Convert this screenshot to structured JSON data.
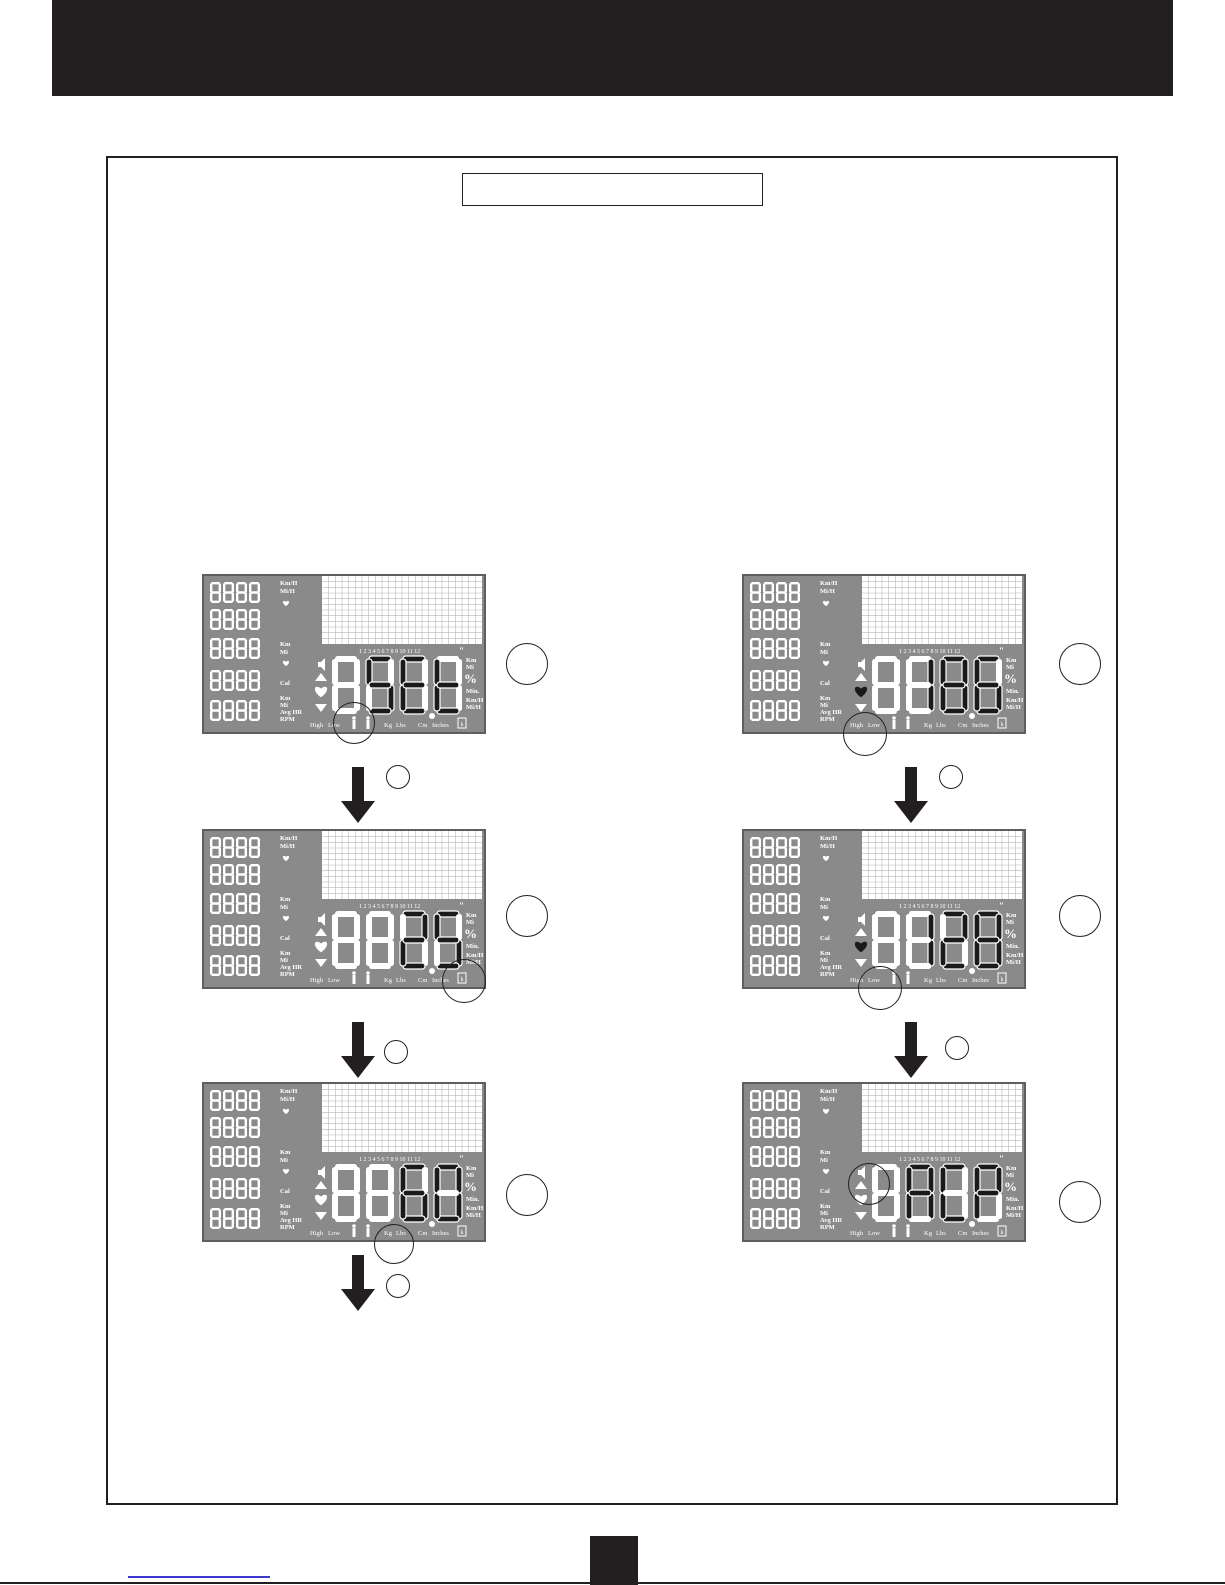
{
  "page": {
    "title": "",
    "page_number": "",
    "footer_link": ""
  },
  "colors": {
    "lcd_background": "#8a8a8a",
    "lcd_segment_off": "#ffffff",
    "lcd_segment_on": "#1a1a1a",
    "ink": "#231f20"
  },
  "lcd_labels": {
    "speed_units": [
      "Km/H",
      "Mi/H"
    ],
    "distance_units": [
      "Km",
      "Mi"
    ],
    "calories": "Cal",
    "avg_units": [
      "Km",
      "Mi",
      "Avg HR",
      "RPM"
    ],
    "grid_numbers": "1 2 3 4 5 6 7 8 9 10 11 12",
    "right_units": [
      "Km",
      "Mi",
      "%",
      "Min.",
      "Km/H",
      "Mi/H"
    ],
    "bottom_high": "High",
    "bottom_low": "Low",
    "bottom_kg": "Kg",
    "bottom_lbs": "Lbs",
    "bottom_cm": "Cm",
    "bottom_inches": "Inches",
    "bottom_box": "k"
  },
  "screens": [
    {
      "id": "left-1",
      "main_display": "SEt",
      "active_digits": [
        1,
        2,
        3
      ],
      "heart_filled": false,
      "highlight": "gender-icon"
    },
    {
      "id": "left-2",
      "main_display": "25",
      "active_digits": [
        2,
        3
      ],
      "heart_filled": false,
      "highlight": "k-box"
    },
    {
      "id": "left-3",
      "main_display": "60",
      "active_digits": [
        2,
        3
      ],
      "heart_filled": false,
      "highlight": "kg-label"
    },
    {
      "id": "right-1",
      "main_display": "186",
      "active_digits": [
        1,
        2,
        3
      ],
      "heart_filled": true,
      "highlight": "high-label"
    },
    {
      "id": "right-2",
      "main_display": "128",
      "active_digits": [
        1,
        2,
        3
      ],
      "heart_filled": true,
      "highlight": "low-label"
    },
    {
      "id": "right-3",
      "main_display": "ACP",
      "active_digits": [
        1,
        2,
        3
      ],
      "heart_filled": false,
      "highlight": "speaker-icon"
    }
  ]
}
